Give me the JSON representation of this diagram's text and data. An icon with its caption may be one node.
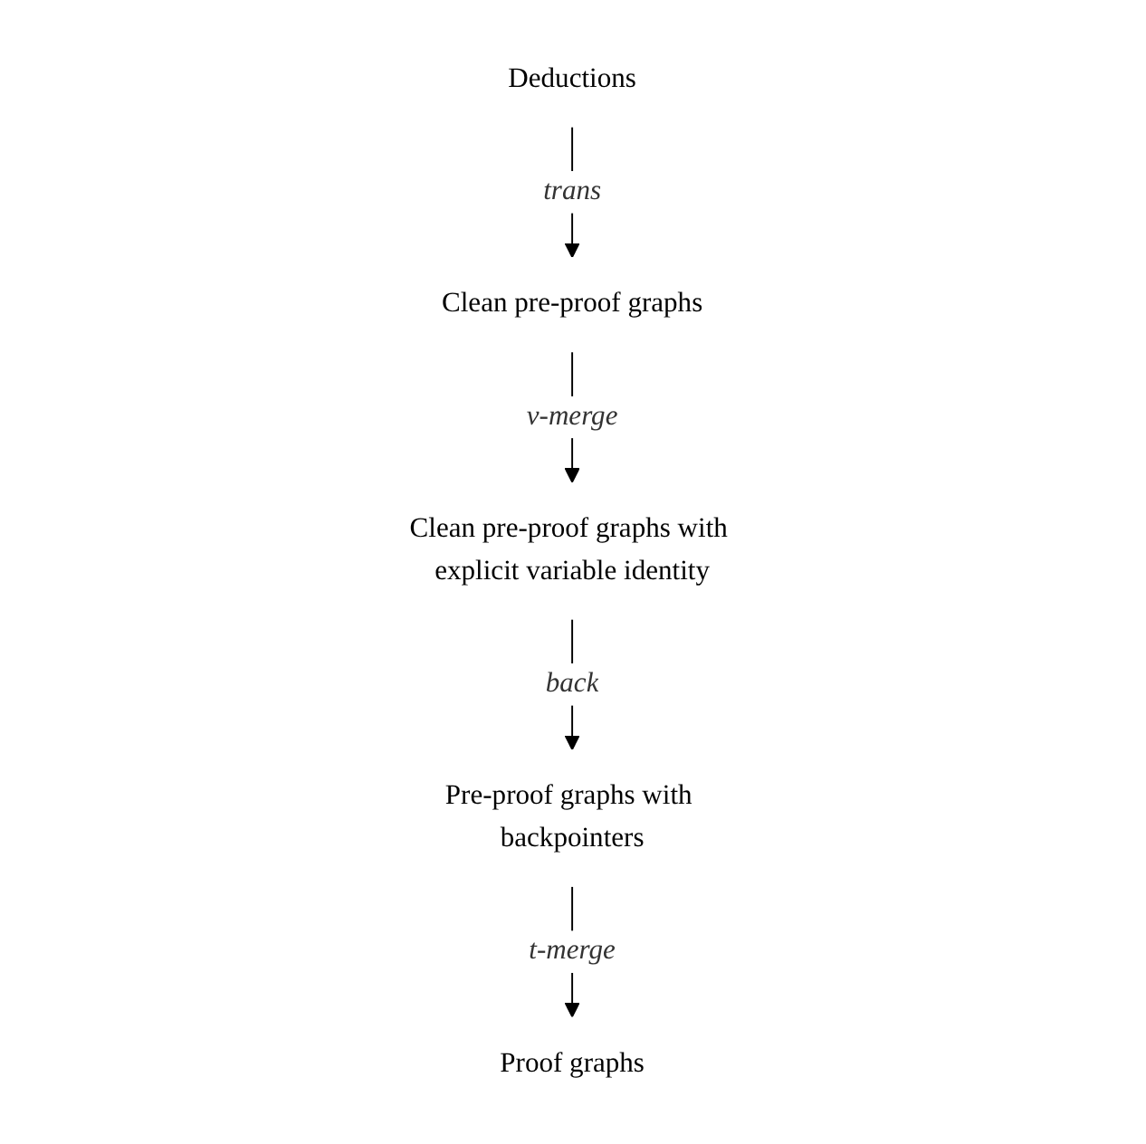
{
  "diagram": {
    "nodes": [
      {
        "text": [
          "Deductions"
        ]
      },
      {
        "text": [
          "Clean pre-proof graphs"
        ]
      },
      {
        "text": [
          "Clean pre-proof graphs with explicit variable identity"
        ]
      },
      {
        "text": [
          "Pre-proof graphs with backpointers"
        ]
      },
      {
        "text": [
          "Proof graphs"
        ]
      }
    ],
    "edges": [
      {
        "from": 0,
        "to": 1,
        "arrow": "to",
        "label": "trans"
      },
      {
        "from": 1,
        "to": 2,
        "arrow": "to",
        "label": "v-merge"
      },
      {
        "from": 2,
        "to": 3,
        "arrow": "to",
        "label": "back"
      },
      {
        "from": 3,
        "to": 4,
        "arrow": "to",
        "label": "t-merge"
      }
    ]
  }
}
